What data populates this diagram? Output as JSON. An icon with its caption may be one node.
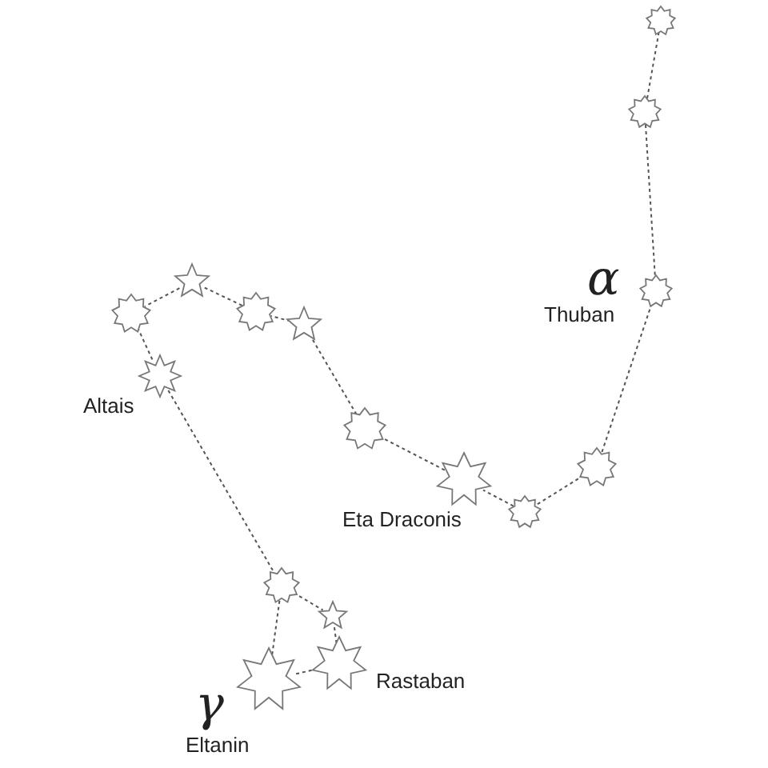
{
  "diagram": {
    "nodes": [
      {
        "text": [],
        "shape": "star"
      },
      {
        "text": [],
        "shape": "star"
      },
      {
        "text": [],
        "shape": "star",
        "beside": [
          "α",
          "Thuban"
        ]
      },
      {
        "text": [],
        "shape": "star"
      },
      {
        "text": [],
        "shape": "star"
      },
      {
        "text": [],
        "shape": "star",
        "beside": [
          "Eta Draconis"
        ]
      },
      {
        "text": [],
        "shape": "star"
      },
      {
        "text": [],
        "shape": "star"
      },
      {
        "text": [],
        "shape": "star"
      },
      {
        "text": [],
        "shape": "star"
      },
      {
        "text": [],
        "shape": "star"
      },
      {
        "text": [],
        "shape": "star",
        "beside": [
          "Altais"
        ]
      },
      {
        "text": [],
        "shape": "star"
      },
      {
        "text": [],
        "shape": "star"
      },
      {
        "text": [],
        "shape": "star",
        "beside": [
          "Rastaban"
        ]
      },
      {
        "text": [],
        "shape": "star",
        "beside": [
          "γ",
          "Eltanin"
        ]
      }
    ],
    "edges": [
      {
        "from": 0,
        "to": 1,
        "arrow": "none"
      },
      {
        "from": 1,
        "to": 2,
        "arrow": "none"
      },
      {
        "from": 2,
        "to": 3,
        "arrow": "none"
      },
      {
        "from": 3,
        "to": 4,
        "arrow": "none"
      },
      {
        "from": 4,
        "to": 5,
        "arrow": "none"
      },
      {
        "from": 5,
        "to": 6,
        "arrow": "none"
      },
      {
        "from": 6,
        "to": 7,
        "arrow": "none"
      },
      {
        "from": 7,
        "to": 8,
        "arrow": "none"
      },
      {
        "from": 8,
        "to": 9,
        "arrow": "none"
      },
      {
        "from": 9,
        "to": 10,
        "arrow": "none"
      },
      {
        "from": 10,
        "to": 11,
        "arrow": "none"
      },
      {
        "from": 11,
        "to": 12,
        "arrow": "none"
      },
      {
        "from": 12,
        "to": 13,
        "arrow": "none"
      },
      {
        "from": 13,
        "to": 14,
        "arrow": "none"
      },
      {
        "from": 14,
        "to": 15,
        "arrow": "none"
      },
      {
        "from": 15,
        "to": 12,
        "arrow": "none"
      }
    ]
  }
}
